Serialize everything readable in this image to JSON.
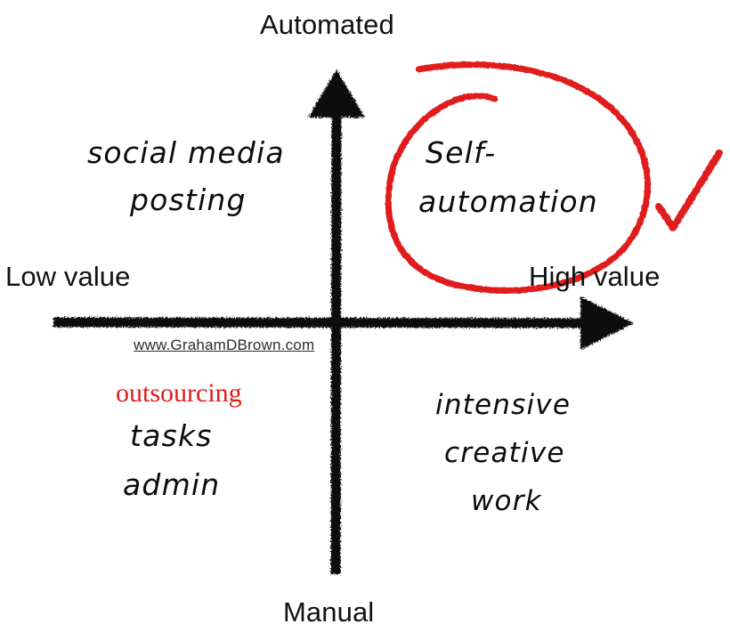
{
  "diagram": {
    "title_axes": {
      "top": "Automated",
      "bottom": "Manual",
      "left": "Low value",
      "right": "High value"
    },
    "quadrants": {
      "top_left": {
        "line1": "social media",
        "line2": "posting"
      },
      "top_right": {
        "line1": "Self-",
        "line2": "automation"
      },
      "bottom_left": {
        "highlight": "outsourcing",
        "line2": "tasks",
        "line3": "admin"
      },
      "bottom_right": {
        "line1": "intensive",
        "line2": "creative",
        "line3": "work"
      }
    },
    "watermark": "www.GrahamDBrown.com",
    "annotations": {
      "circle_label": "red-hand-drawn-circle",
      "check_label": "red-check-mark"
    },
    "colors": {
      "ink": "#0c0c0c",
      "red": "#e11b1b",
      "label": "#111111",
      "background": "#ffffff"
    }
  }
}
